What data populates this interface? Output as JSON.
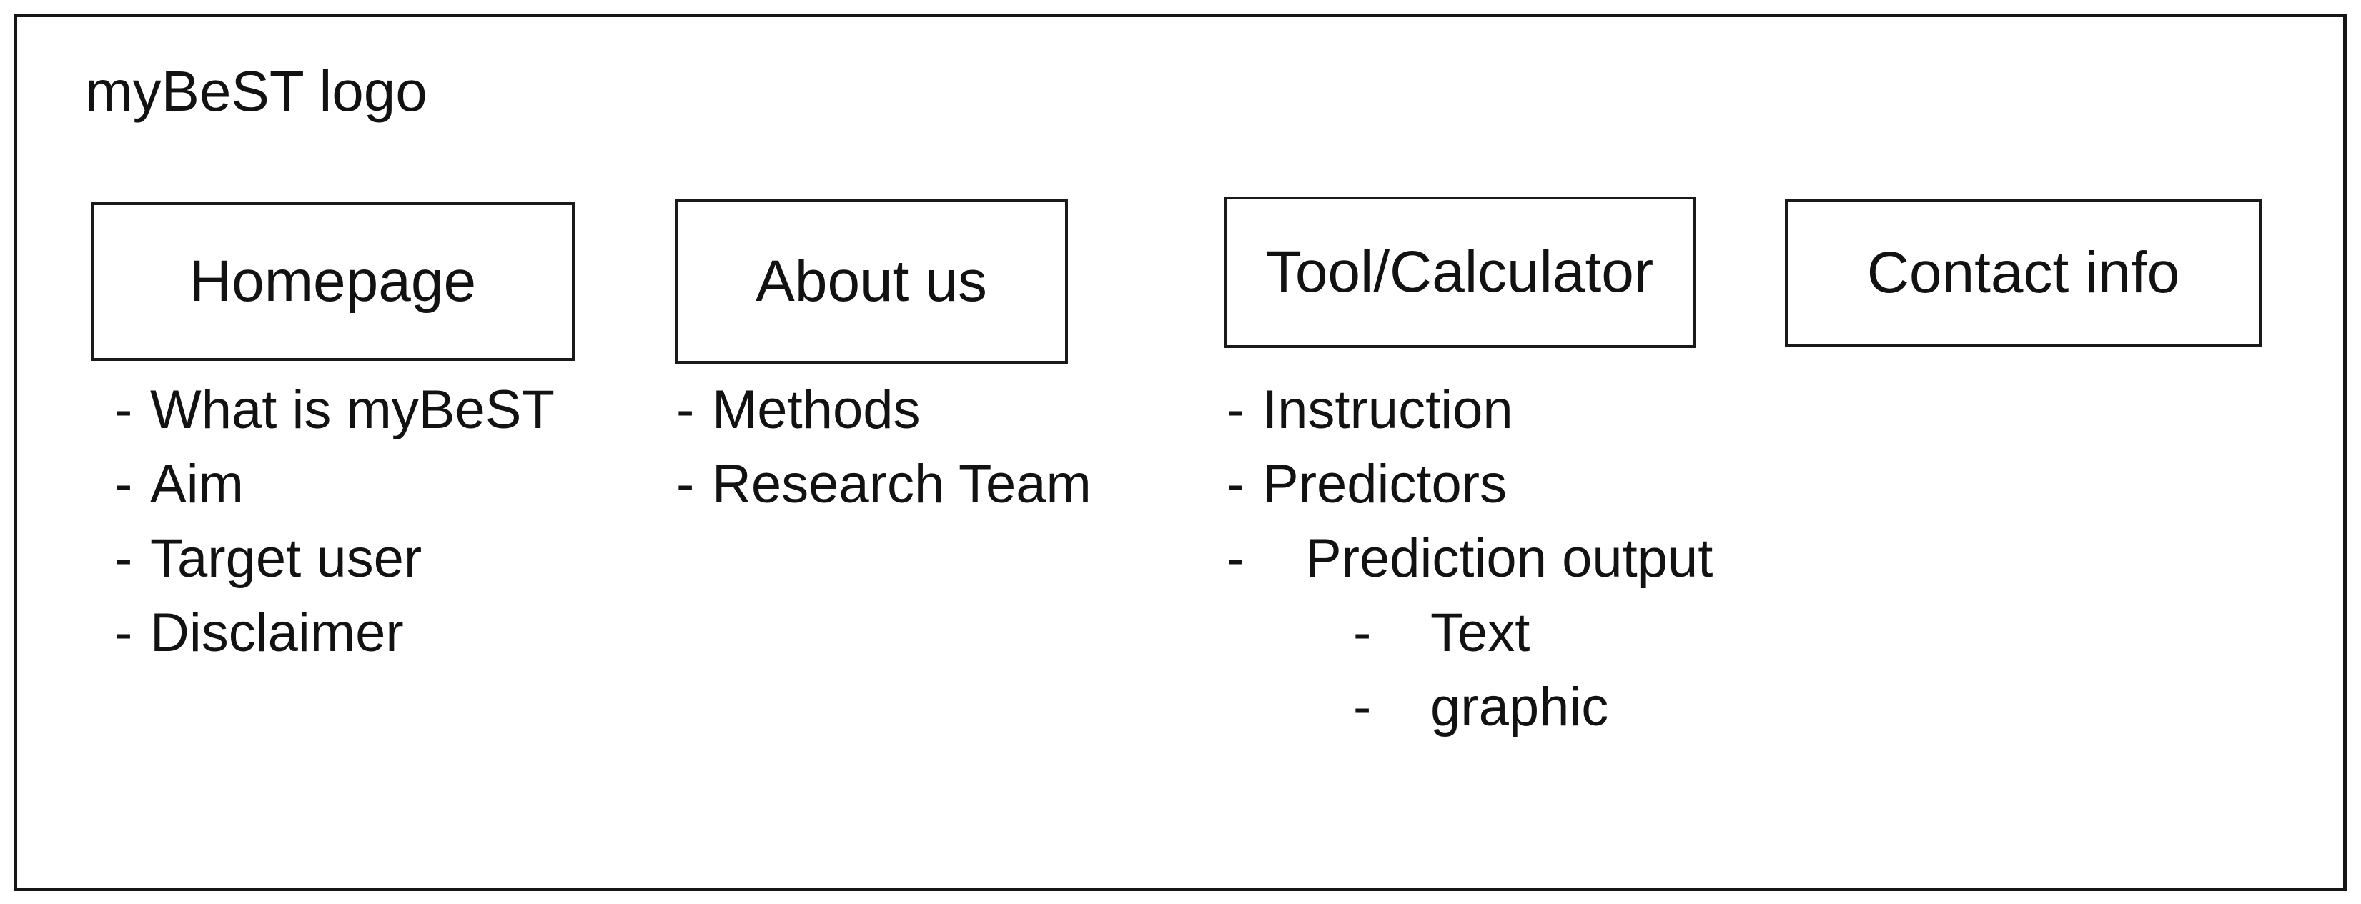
{
  "page": {
    "background": "#ffffff",
    "frame_border_color": "#161616",
    "text_color": "#121212"
  },
  "logo": {
    "label": "myBeST logo"
  },
  "bullet_char": "-",
  "sections": [
    {
      "title": "Homepage",
      "items": [
        {
          "label": "What is myBeST",
          "level": 1
        },
        {
          "label": "Aim",
          "level": 1
        },
        {
          "label": "Target user",
          "level": 1
        },
        {
          "label": "Disclaimer",
          "level": 1
        }
      ]
    },
    {
      "title": "About us",
      "items": [
        {
          "label": "Methods",
          "level": 1
        },
        {
          "label": "Research Team",
          "level": 1
        }
      ]
    },
    {
      "title": "Tool/Calculator",
      "items": [
        {
          "label": "Instruction",
          "level": 1
        },
        {
          "label": "Predictors",
          "level": 1
        },
        {
          "label": "Prediction output",
          "level": 1,
          "wide_gap": true
        },
        {
          "label": "Text",
          "level": 2
        },
        {
          "label": "graphic",
          "level": 2
        }
      ]
    },
    {
      "title": "Contact info",
      "items": []
    }
  ]
}
